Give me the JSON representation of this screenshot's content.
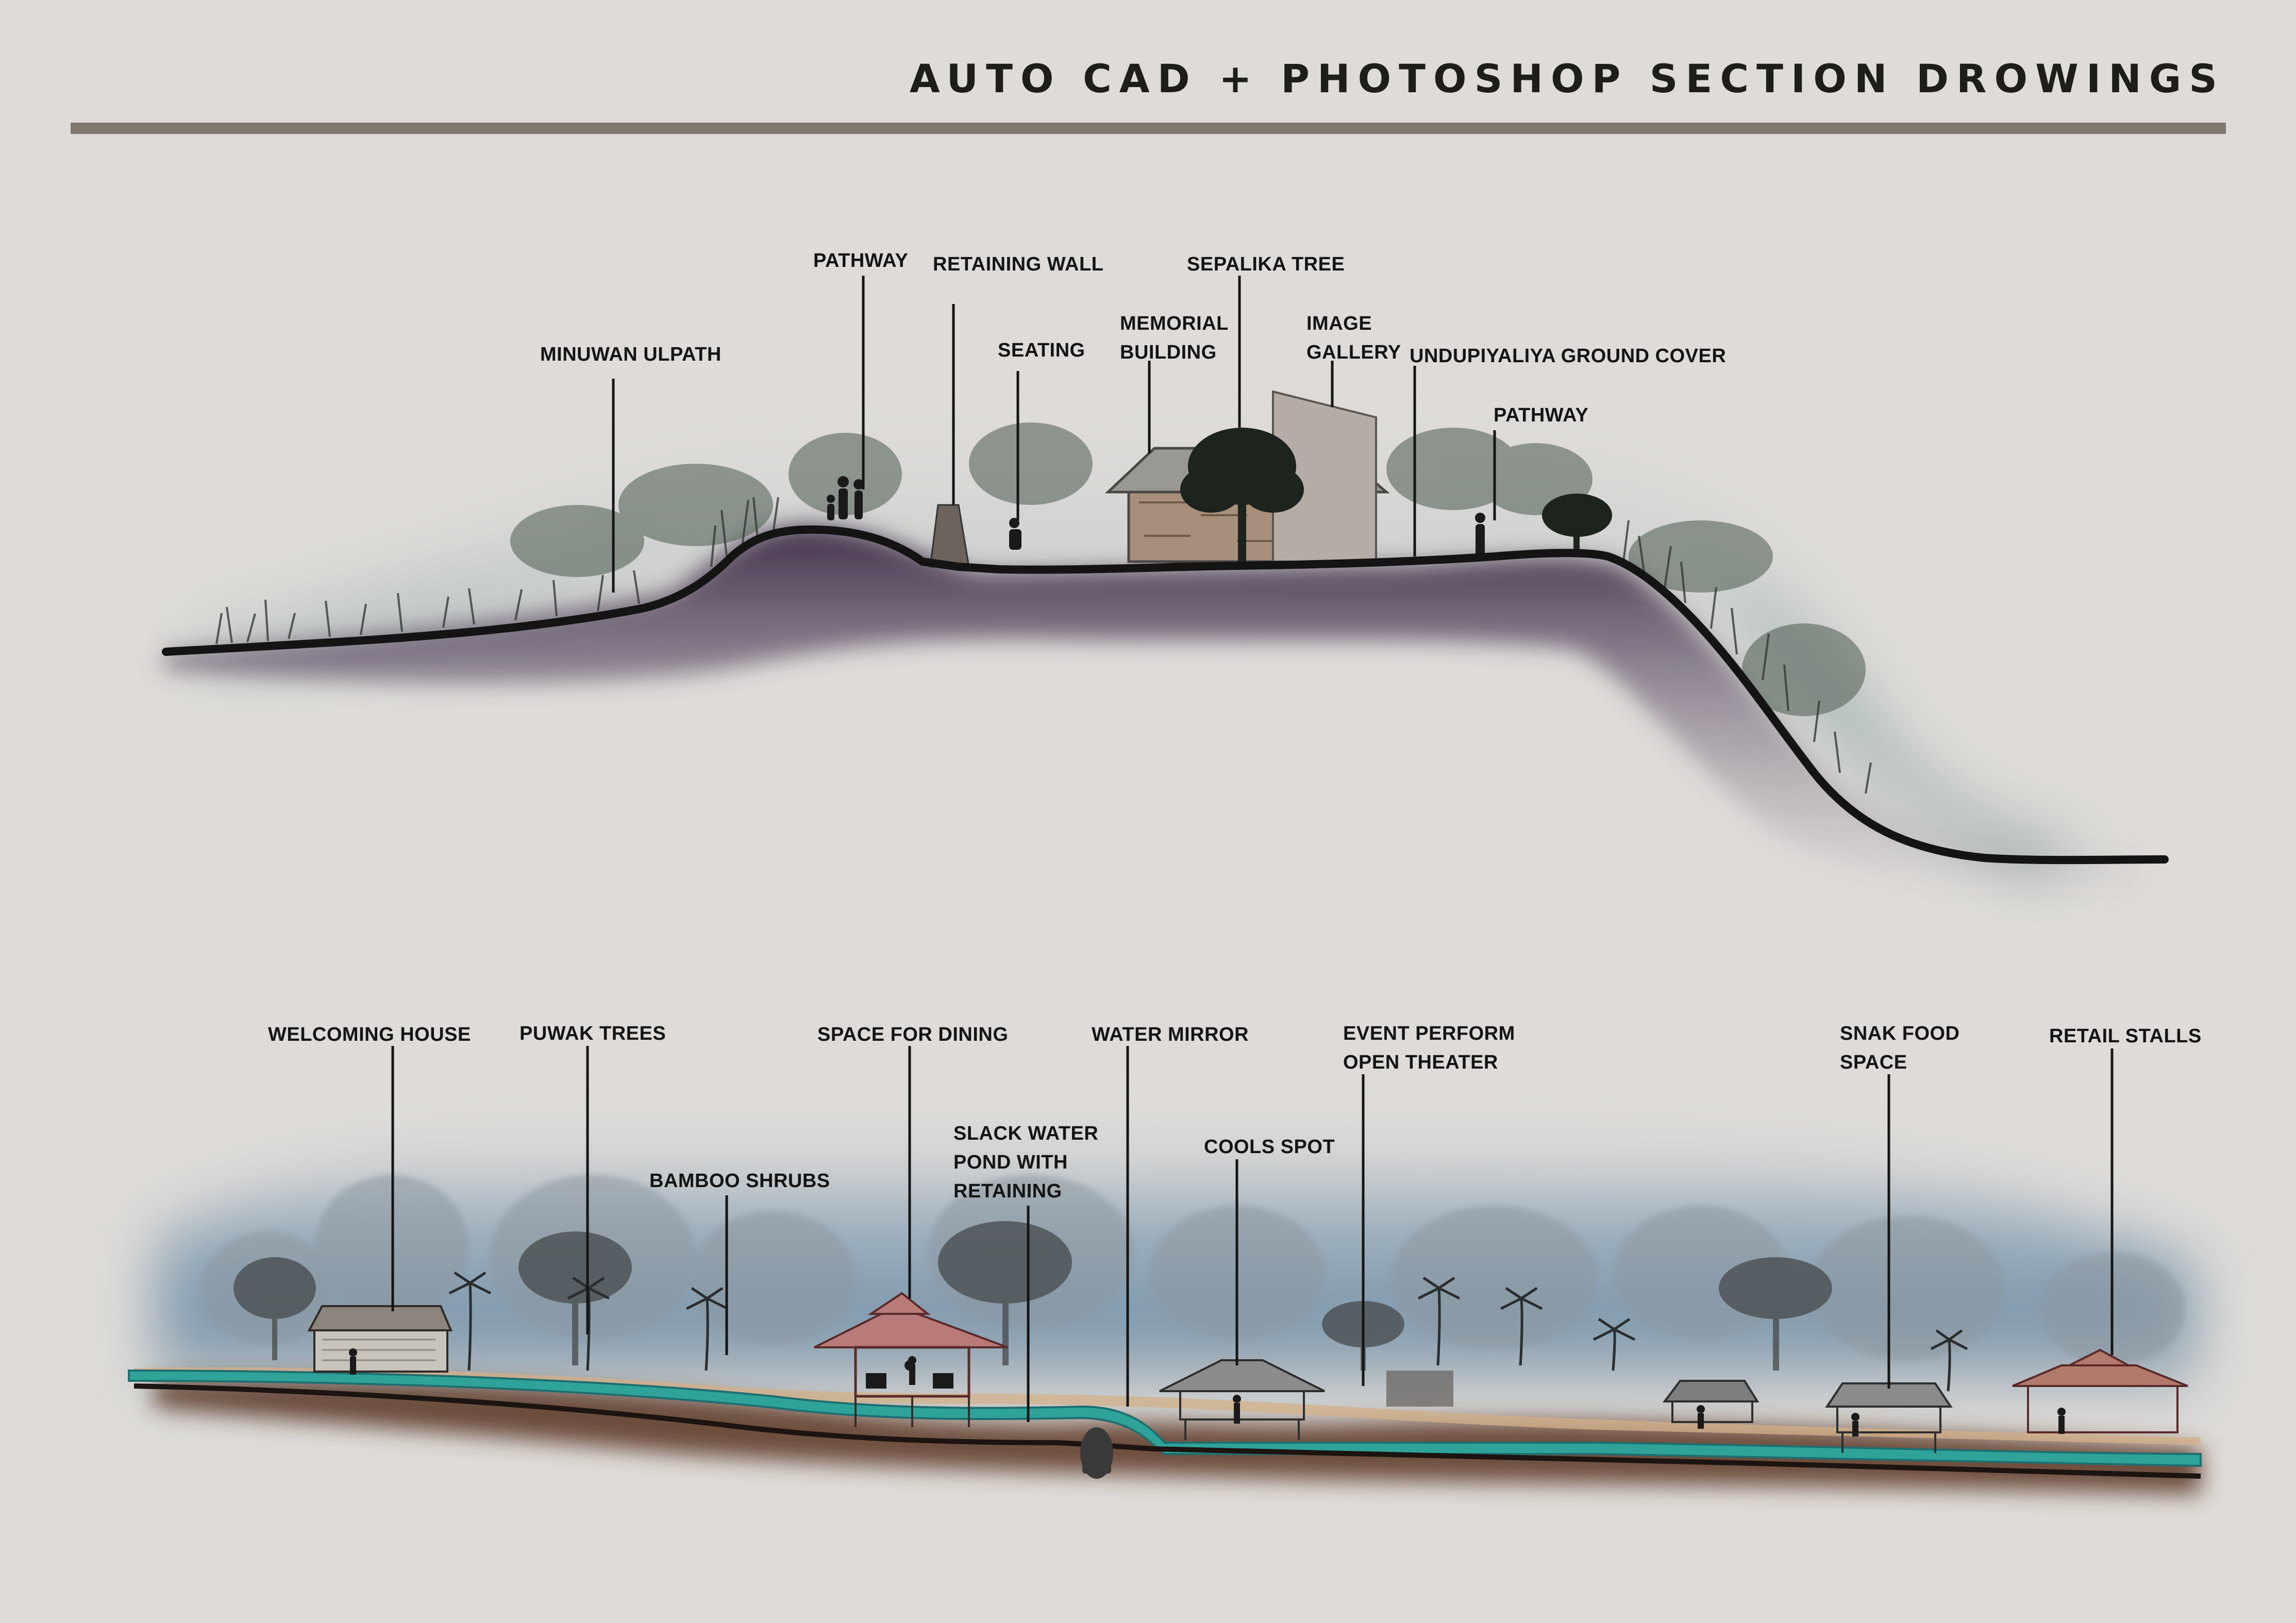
{
  "header": {
    "title": "AUTO CAD + PHOTOSHOP SECTION DROWINGS"
  },
  "colors": {
    "background": "#dedbd8",
    "title_rule": "#817870",
    "ground_line": "#141414",
    "soil": "#3b2a45",
    "water": "#2fa39a",
    "sky_blue": "#6f8ea6",
    "earth": "#5a3620",
    "sand": "#d3b08a"
  },
  "section_upper": {
    "labels": [
      {
        "id": "minuwan-ulpath",
        "lines": [
          "MINUWAN ULPATH"
        ]
      },
      {
        "id": "pathway-1",
        "lines": [
          "PATHWAY"
        ]
      },
      {
        "id": "retaining-wall",
        "lines": [
          "RETAINING WALL"
        ]
      },
      {
        "id": "seating",
        "lines": [
          "SEATING"
        ]
      },
      {
        "id": "memorial-building",
        "lines": [
          "MEMORIAL",
          "BUILDING"
        ]
      },
      {
        "id": "sepalika-tree",
        "lines": [
          "SEPALIKA  TREE"
        ]
      },
      {
        "id": "image-gallery",
        "lines": [
          "IMAGE",
          "GALLERY"
        ]
      },
      {
        "id": "undupiyaliya-ground-cover",
        "lines": [
          "UNDUPIYALIYA  GROUND COVER"
        ]
      },
      {
        "id": "pathway-2",
        "lines": [
          "PATHWAY"
        ]
      }
    ]
  },
  "section_lower": {
    "labels": [
      {
        "id": "welcoming-house",
        "lines": [
          "WELCOMING HOUSE"
        ]
      },
      {
        "id": "puwak-trees",
        "lines": [
          "PUWAK  TREES"
        ]
      },
      {
        "id": "bamboo-shrubs",
        "lines": [
          "BAMBOO  SHRUBS"
        ]
      },
      {
        "id": "space-for-dining",
        "lines": [
          "SPACE  FOR  DINING"
        ]
      },
      {
        "id": "slack-water-pond",
        "lines": [
          "SLACK  WATER",
          "POND WITH",
          "RETAINING"
        ]
      },
      {
        "id": "water-mirror",
        "lines": [
          "WATER  MIRROR"
        ]
      },
      {
        "id": "cools-spot",
        "lines": [
          "COOLS SPOT"
        ]
      },
      {
        "id": "event-perform-theater",
        "lines": [
          "EVENT  PERFORM",
          "OPEN  THEATER"
        ]
      },
      {
        "id": "snak-food-space",
        "lines": [
          "SNAK FOOD",
          "SPACE"
        ]
      },
      {
        "id": "retail-stalls",
        "lines": [
          "RETAIL  STALLS"
        ]
      }
    ]
  }
}
